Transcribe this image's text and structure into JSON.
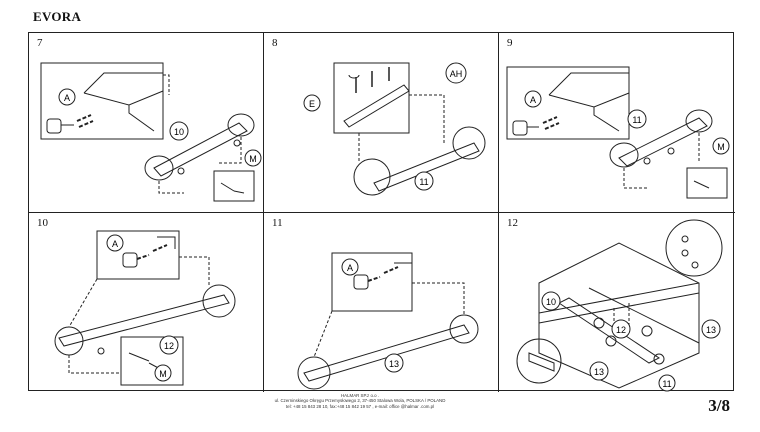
{
  "doc": {
    "title": "EVORA",
    "page": "3/8"
  },
  "footer": {
    "company": "HALMAR SP.z o.o .",
    "address": "ul. Czerninskiego Okręgu Przemysłowego 2, 37-450 Stalowa Wola, POLSKA / POLAND",
    "contact": "tel: +48 15 843 28 10, fax:+48 15 842 19 57 , e-mail: office @halmar .com.pl"
  },
  "steps": [
    {
      "num": "7",
      "labels": {
        "a": "A",
        "part": "10",
        "m": "M"
      }
    },
    {
      "num": "8",
      "labels": {
        "e": "E",
        "ah": "AH",
        "part": "11"
      }
    },
    {
      "num": "9",
      "labels": {
        "a": "A",
        "part": "11",
        "m": "M"
      }
    },
    {
      "num": "10",
      "labels": {
        "a": "A",
        "part": "12",
        "m": "M"
      }
    },
    {
      "num": "11",
      "labels": {
        "a": "A",
        "part": "13"
      }
    },
    {
      "num": "12",
      "labels": {
        "p10": "10",
        "p12": "12",
        "p13a": "13",
        "p13b": "13",
        "p11": "11"
      }
    }
  ]
}
